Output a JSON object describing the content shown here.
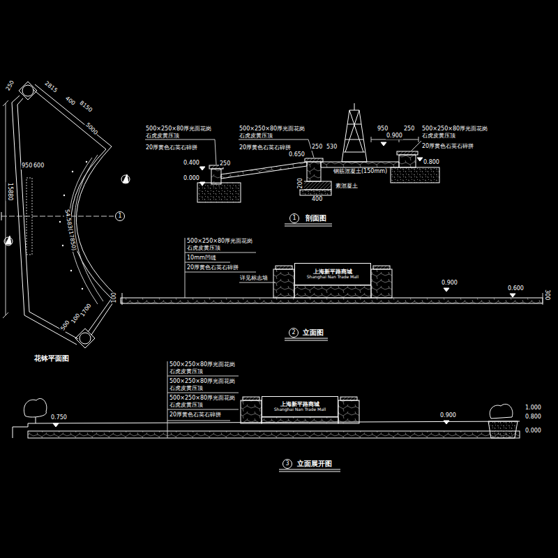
{
  "diagram": {
    "nodes": [
      {
        "text": [
          "1"
        ]
      },
      {
        "text": [
          "1"
        ]
      },
      {
        "text": [
          "2"
        ]
      },
      {
        "text": [
          "3"
        ]
      },
      {
        "text": [
          "上海新平路商城",
          "Shanghai Nan Trade Mall"
        ]
      },
      {
        "text": [
          "上海新平路商城",
          "Shanghai Nan Trade Mall"
        ]
      }
    ],
    "labels": [
      "250",
      "2815",
      "400",
      "8150",
      "5000",
      "950",
      "600",
      "15880",
      "S4.583(17850)",
      "500",
      "100",
      "1700",
      "100",
      "花钵平面图",
      "500×250×80厚光面花岗石虎皮黄压顶",
      "20厚黄色石英石碎拼",
      "0.400",
      "0.000",
      "250",
      "500×250×80厚光面花岗石虎皮黄压顶",
      "20厚黄色石英石碎拼",
      "0.650",
      "250",
      "530",
      "钢筋混凝土(150mm)",
      "200",
      "400",
      "素混凝土",
      "950",
      "250",
      "0.900",
      "500×250×80厚光面花岗石虎皮黄压顶",
      "20厚黄色石英石碎拼",
      "0.800",
      "剖面图",
      "500×250×80厚光面花岗石虎皮黄压顶",
      "10mm凹缝",
      "20厚黄色石英石碎拼",
      "详见标志墙",
      "0.900",
      "0.600",
      "300",
      "立面图",
      "500×250×80厚光面花岗石虎皮黄压顶",
      "500×250×80厚光面花岗石虎皮黄压顶",
      "500×250×80厚光面花岗石虎皮黄压顶",
      "20厚黄色石英石碎拼",
      "0.750",
      "0.900",
      "1.000",
      "0.800",
      "0.000",
      "立面展开图"
    ]
  }
}
